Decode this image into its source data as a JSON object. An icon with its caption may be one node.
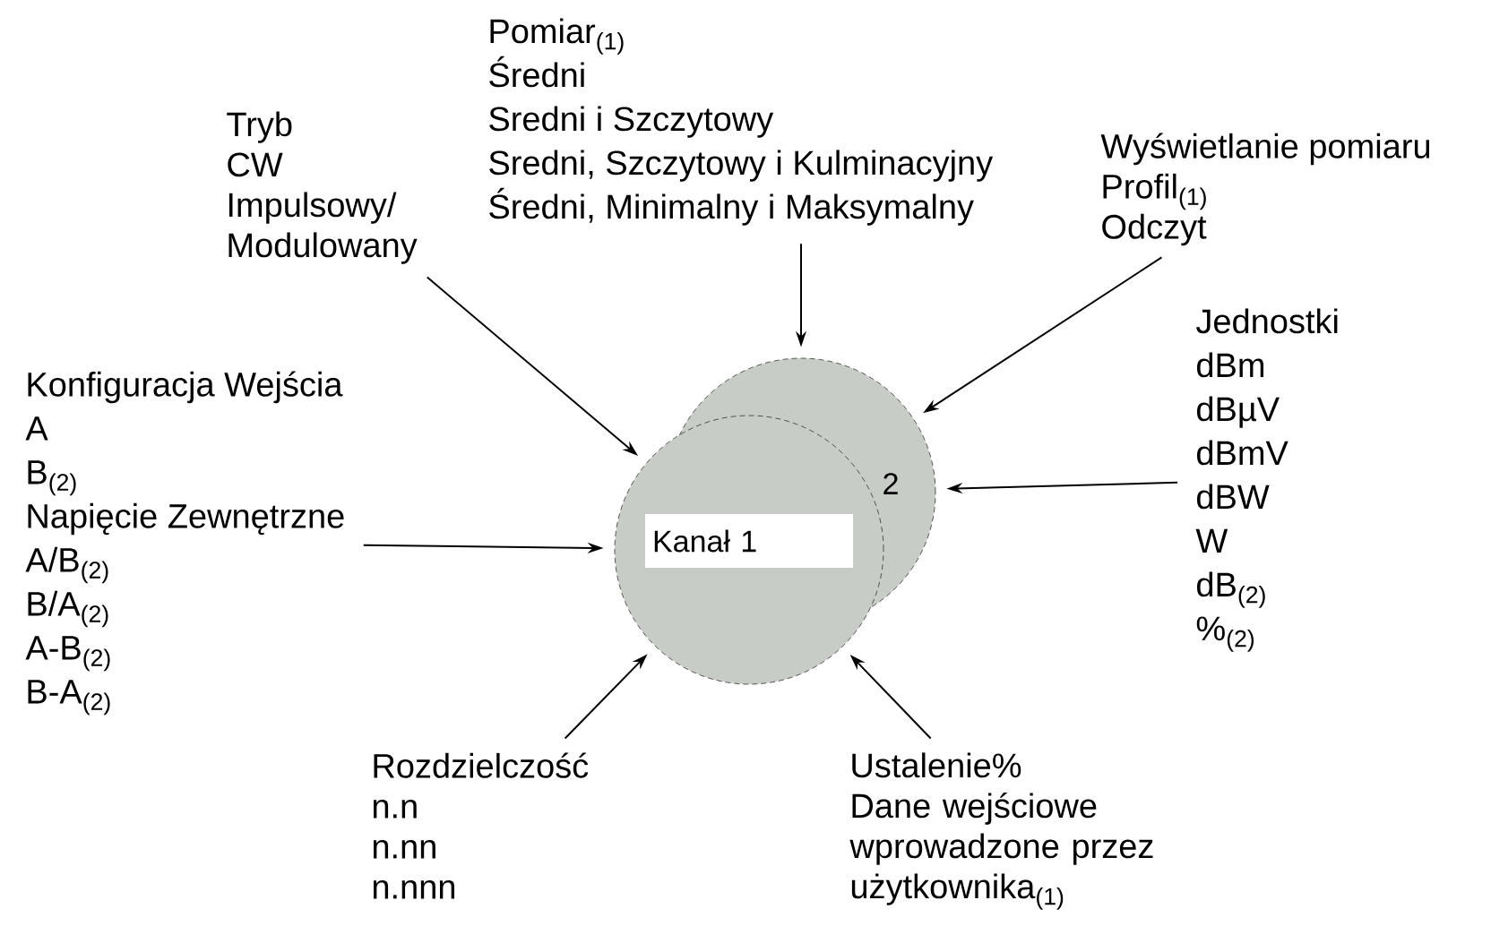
{
  "diagram": {
    "nodes": [
      {
        "text": [
          "Pomiar$_{(1)}$",
          "Średni",
          "Sredni i Szczytowy",
          "Sredni, Szczytowy i Kulminacyjny",
          "Średni, Minimalny i Maksymalny"
        ]
      },
      {
        "text": [
          "Tryb",
          "CW",
          "Impulsowy/",
          "Modulowany"
        ]
      },
      {
        "text": [
          "Wyświetlanie pomiaru",
          "Profil$_{(1)}$",
          "Odczyt"
        ]
      },
      {
        "text": [
          "Jednostki",
          "dBm",
          "dBµV",
          "dBmV",
          "dBW",
          "W",
          "dB$_{(2)}$",
          "%$_{(2)}$"
        ]
      },
      {
        "text": [
          "Konfiguracja Wejścia",
          "A",
          "B$_{(2)}$",
          "Napięcie Zewnętrzne",
          "A/B$_{(2)}$",
          "B/A$_{(2)}$",
          "A-B$_{(2)}$",
          "B-A$_{(2)}$"
        ]
      },
      {
        "text": [
          "2"
        ]
      },
      {
        "text": [
          "Kanał 1"
        ]
      },
      {
        "text": [
          "Rozdzielczość",
          "n.n",
          "n.nn",
          "n.nnn"
        ]
      },
      {
        "text": [
          "Ustalenie%",
          "Dane wejściowe wprowadzone przez użytkownika$_{(1)}$"
        ]
      }
    ],
    "edges": [
      {
        "from": 0,
        "to": 5,
        "arrow": "to"
      },
      {
        "from": 1,
        "to": 6,
        "arrow": "to"
      },
      {
        "from": 2,
        "to": 5,
        "arrow": "to"
      },
      {
        "from": 3,
        "to": 5,
        "arrow": "to"
      },
      {
        "from": 4,
        "to": 6,
        "arrow": "to"
      },
      {
        "from": 7,
        "to": 6,
        "arrow": "to"
      },
      {
        "from": 8,
        "to": 6,
        "arrow": "to"
      }
    ]
  }
}
